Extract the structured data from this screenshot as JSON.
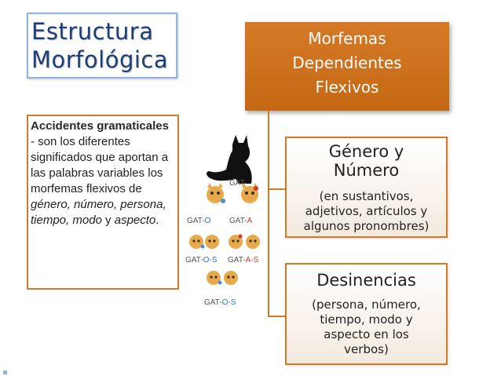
{
  "title": {
    "text": "Estructura\nMorfológica"
  },
  "accidentes": {
    "bold": "Accidentes gramaticales",
    "text1": " - son los diferentes significados que aportan a las palabras variables los morfemas flexivos de ",
    "it1": "género, número, persona, tiempo, modo",
    "text2": " y ",
    "it2": "aspecto",
    "text3": "."
  },
  "header": {
    "line1": "Morfemas",
    "line2": "Dependientes",
    "line3": "Flexivos"
  },
  "genero": {
    "title": "Género y\nNúmero",
    "detail": "(en sustantivos,\nadjetivos, artículos y\nalgunos pronombres)"
  },
  "desinencias": {
    "title": "Desinencias",
    "detail": "(persona, número,\ntiempo, modo y\naspecto en los\nverbos)"
  },
  "illustration": {
    "root": "GAT-",
    "labels": [
      {
        "stem": "GAT-",
        "suffix": "O",
        "suffix_color": "#2c6fc7"
      },
      {
        "stem": "GAT-",
        "suffix": "A",
        "suffix_color": "#d23a2a"
      },
      {
        "stem": "GAT-",
        "suffix": "O-S",
        "suffix_color": "#2c6fc7"
      },
      {
        "stem": "GAT-",
        "suffix": "A-S",
        "suffix_color": "#d23a2a"
      },
      {
        "stem": "GAT-",
        "suffix": "O-S",
        "suffix_color": "#2c6fc7"
      }
    ]
  },
  "colors": {
    "accent_orange": "#d47a27",
    "title_blue": "#1c3f7a",
    "border_blue": "#8fb3d9"
  }
}
